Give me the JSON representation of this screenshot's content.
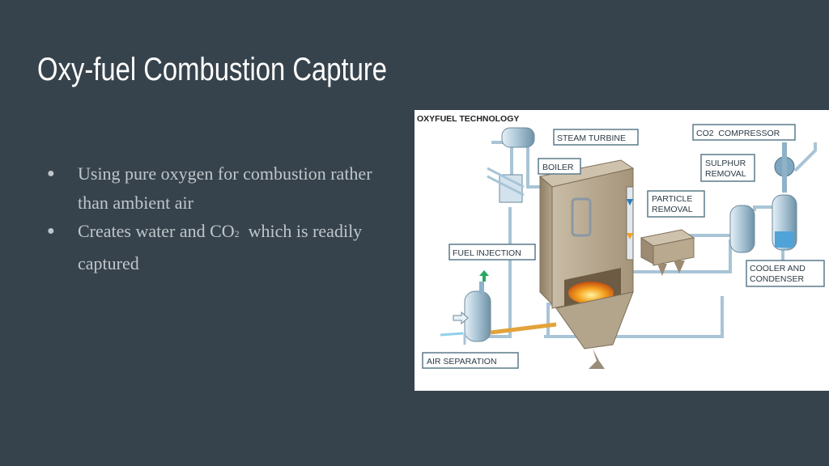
{
  "slide": {
    "title": "Oxy-fuel Combustion Capture",
    "bullets": [
      {
        "text": "Using pure oxygen for combustion rather than ambient air"
      },
      {
        "text_before": "Creates water and CO",
        "subscript": "2",
        "text_after": "  which is readily captured"
      }
    ],
    "bullet_glyph": "●"
  },
  "diagram": {
    "heading": "OXYFUEL TECHNOLOGY",
    "labels": {
      "steam_turbine": "STEAM TURBINE",
      "co2_compressor": "CO2  COMPRESSOR",
      "boiler": "BOILER",
      "sulphur_line1": "SULPHUR",
      "sulphur_line2": "REMOVAL",
      "particle_line1": "PARTICLE",
      "particle_line2": "REMOVAL",
      "fuel_injection": "FUEL INJECTION",
      "cooler_line1": "COOLER AND",
      "cooler_line2": "CONDENSER",
      "air_separation": "AIR SEPARATION"
    }
  },
  "colors": {
    "background": "#37434c",
    "title": "#ffffff",
    "body_text": "#bfc6cc",
    "label_border": "#5b7a8a",
    "pipe": "#a9c4d6",
    "boiler": "#b9a98f",
    "flame": "#f2a023"
  }
}
